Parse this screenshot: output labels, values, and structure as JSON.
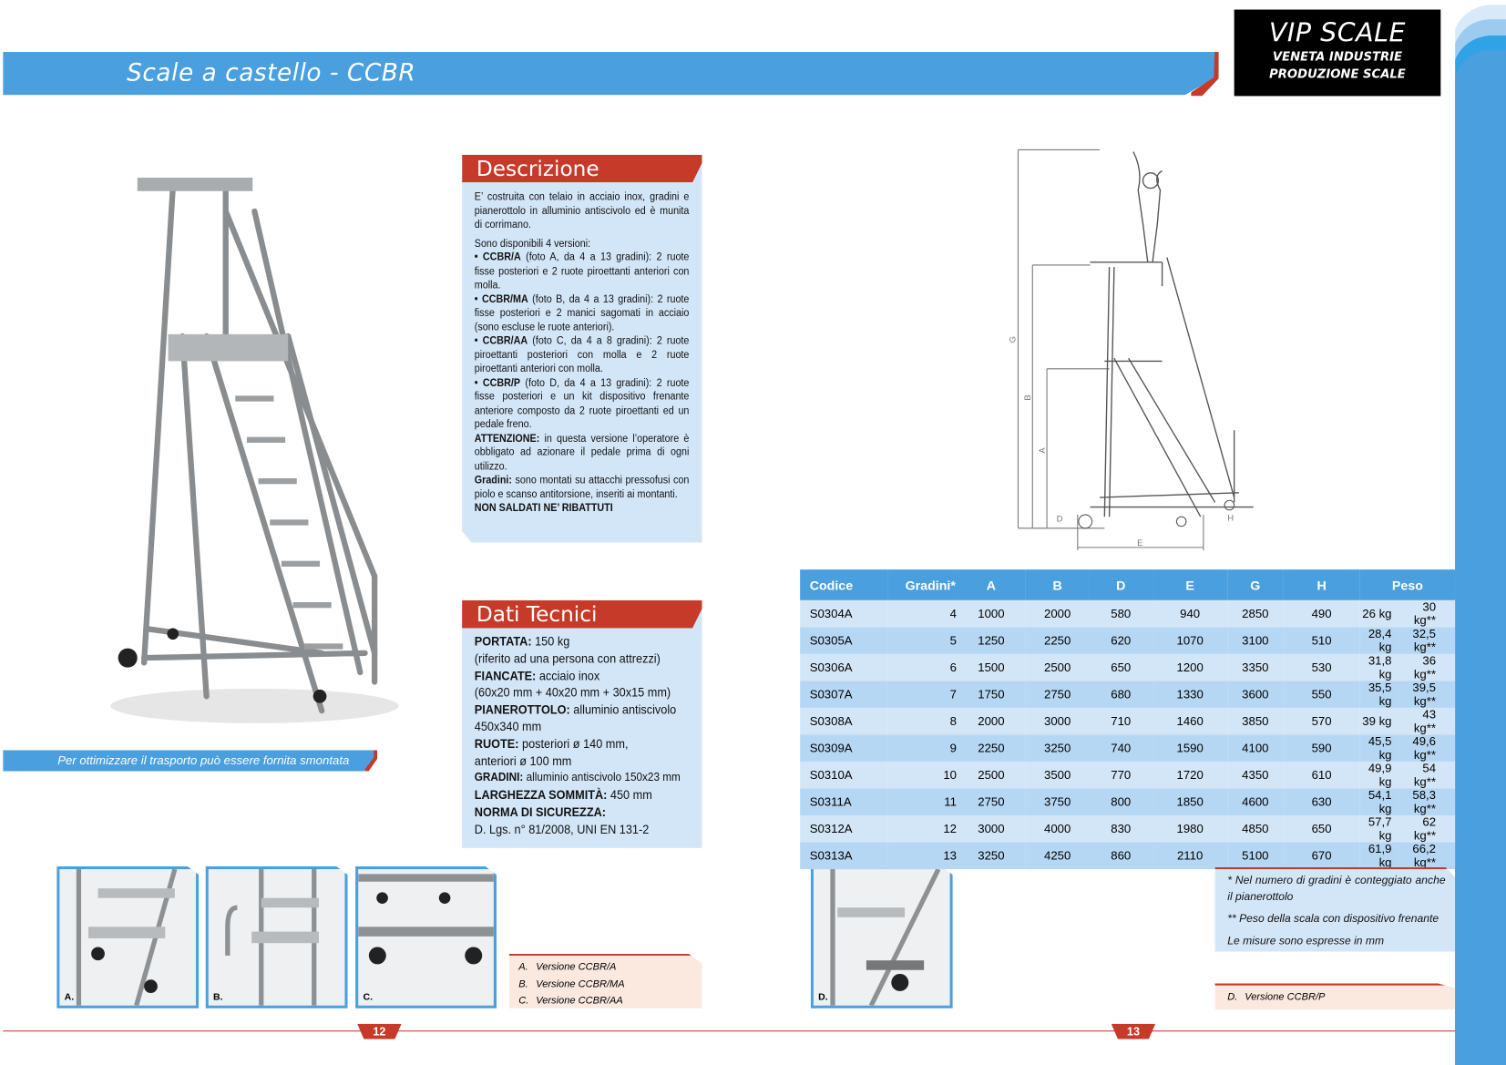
{
  "header": {
    "title": "Scale a castello - CCBR"
  },
  "logo": {
    "name": "VIP SCALE",
    "line1": "VENETA INDUSTRIE",
    "line2": "PRODUZIONE SCALE"
  },
  "colors": {
    "blue": "#4a9fde",
    "red": "#c63a2a",
    "light_blue": "#d3e6f8"
  },
  "photo_caption": "Per ottimizzare il trasporto può essere fornita smontata",
  "descrizione": {
    "title": "Descrizione",
    "intro": "E’ costruita con telaio in acciaio inox, gradini e pianerottolo in alluminio antiscivolo ed è munita di corrimano.",
    "versions_intro": "Sono disponibili 4 versioni:",
    "versions": [
      {
        "name": "• CCBR/A",
        "text": " (foto A, da 4 a 13 gradini): 2 ruote fisse posteriori e 2 ruote piroettanti anteriori con molla."
      },
      {
        "name": "• CCBR/MA",
        "text": " (foto B, da 4 a 13 gradini): 2 ruote fisse posteriori e 2 manici sagomati in acciaio (sono escluse le ruote anteriori)."
      },
      {
        "name": "• CCBR/AA",
        "text": " (foto C, da 4 a 8 gradini): 2 ruote piroettanti posteriori con molla e 2 ruote piroettanti anteriori con molla."
      },
      {
        "name": "• CCBR/P",
        "text": " (foto D, da 4 a 13 gradini): 2 ruote fisse posteriori e un kit dispositivo frenante anteriore composto da 2 ruote piroettanti ed un pedale freno."
      }
    ],
    "attenzione_label": "ATTENZIONE:",
    "attenzione_text": " in questa versione l’operatore è obbligato ad azionare il pedale prima di ogni utilizzo.",
    "gradini_label": "Gradini:",
    "gradini_text": " sono montati su attacchi pressofusi con piolo e scanso antitorsione, inseriti ai montanti.",
    "note": "NON SALDATI NE’ RIBATTUTI"
  },
  "dati_tecnici": {
    "title": "Dati Tecnici",
    "items": [
      {
        "label": "PORTATA:",
        "text": " 150 kg",
        "sub": "(riferito ad una persona con attrezzi)"
      },
      {
        "label": "FIANCATE:",
        "text": " acciaio inox",
        "sub": "(60x20 mm + 40x20 mm + 30x15 mm)"
      },
      {
        "label": "PIANEROTTOLO:",
        "text": " alluminio antiscivolo",
        "sub": "450x340 mm"
      },
      {
        "label": "RUOTE:",
        "text": " posteriori ø 140 mm,",
        "sub": "anteriori ø 100 mm"
      },
      {
        "label": "GRADINI:",
        "text": " alluminio antiscivolo 150x23 mm",
        "sub": ""
      },
      {
        "label": "LARGHEZZA SOMMITÀ:",
        "text": " 450 mm",
        "sub": ""
      },
      {
        "label": "NORMA DI SICUREZZA:",
        "text": "",
        "sub": "D. Lgs. n° 81/2008, UNI EN 131-2"
      }
    ]
  },
  "thumbnails": [
    {
      "label": "A."
    },
    {
      "label": "B."
    },
    {
      "label": "C."
    },
    {
      "label": "D."
    }
  ],
  "legend_left": [
    {
      "key": "A.",
      "text": "Versione CCBR/A"
    },
    {
      "key": "B.",
      "text": "Versione CCBR/MA"
    },
    {
      "key": "C.",
      "text": "Versione CCBR/AA"
    }
  ],
  "legend_right": {
    "key": "D.",
    "text": "Versione CCBR/P"
  },
  "diagram_labels": {
    "G": "G",
    "B": "B",
    "A": "A",
    "D": "D",
    "E": "E",
    "H": "H"
  },
  "table": {
    "headers": [
      "Codice",
      "Gradini*",
      "A",
      "B",
      "D",
      "E",
      "G",
      "H",
      "Peso"
    ],
    "rows": [
      [
        "S0304A",
        "4",
        "1000",
        "2000",
        "580",
        "940",
        "2850",
        "490",
        "26 kg",
        "30 kg**"
      ],
      [
        "S0305A",
        "5",
        "1250",
        "2250",
        "620",
        "1070",
        "3100",
        "510",
        "28,4 kg",
        "32,5 kg**"
      ],
      [
        "S0306A",
        "6",
        "1500",
        "2500",
        "650",
        "1200",
        "3350",
        "530",
        "31,8 kg",
        "36 kg**"
      ],
      [
        "S0307A",
        "7",
        "1750",
        "2750",
        "680",
        "1330",
        "3600",
        "550",
        "35,5 kg",
        "39,5 kg**"
      ],
      [
        "S0308A",
        "8",
        "2000",
        "3000",
        "710",
        "1460",
        "3850",
        "570",
        "39 kg",
        "43 kg**"
      ],
      [
        "S0309A",
        "9",
        "2250",
        "3250",
        "740",
        "1590",
        "4100",
        "590",
        "45,5 kg",
        "49,6 kg**"
      ],
      [
        "S0310A",
        "10",
        "2500",
        "3500",
        "770",
        "1720",
        "4350",
        "610",
        "49,9 kg",
        "54 kg**"
      ],
      [
        "S0311A",
        "11",
        "2750",
        "3750",
        "800",
        "1850",
        "4600",
        "630",
        "54,1 kg",
        "58,3 kg**"
      ],
      [
        "S0312A",
        "12",
        "3000",
        "4000",
        "830",
        "1980",
        "4850",
        "650",
        "57,7 kg",
        "62 kg**"
      ],
      [
        "S0313A",
        "13",
        "3250",
        "4250",
        "860",
        "2110",
        "5100",
        "670",
        "61,9 kg",
        "66,2 kg**"
      ]
    ]
  },
  "footnotes": [
    "* Nel numero di gradini è conteggiato anche il pianerottolo",
    "** Peso della scala con dispositivo frenante",
    "Le misure sono espresse in mm"
  ],
  "pages": {
    "left": "12",
    "right": "13"
  }
}
